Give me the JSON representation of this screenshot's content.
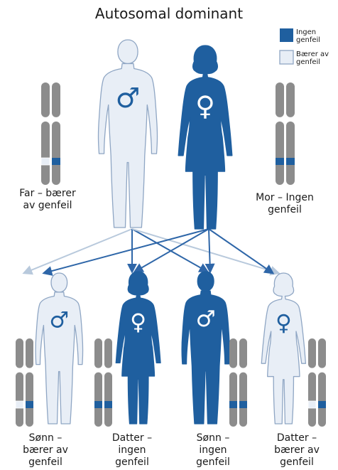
{
  "title": "Autosomal dominant",
  "colors": {
    "affected": "#1f5f9f",
    "carrier_fill": "#e8eef6",
    "carrier_outline": "#8fa6c4",
    "chromosome": "#8c8c8c",
    "arrow_blue": "#2e66a8",
    "arrow_light": "#b8c9dc",
    "text": "#1a1a1a"
  },
  "legend": {
    "no_defect": "Ingen genfeil",
    "carrier": "Bærer av genfeil"
  },
  "parents": [
    {
      "label": "Far – bærer av genfeil",
      "symbol": "♂",
      "status": "carrier"
    },
    {
      "label": "Mor – Ingen genfeil",
      "symbol": "♀",
      "status": "affected"
    }
  ],
  "children": [
    {
      "label": "Sønn – bærer av genfeil",
      "symbol": "♂",
      "status": "carrier"
    },
    {
      "label": "Datter – ingen genfeil",
      "symbol": "♀",
      "status": "affected"
    },
    {
      "label": "Sønn – ingen genfeil",
      "symbol": "♂",
      "status": "affected"
    },
    {
      "label": "Datter – bærer av genfeil",
      "symbol": "♀",
      "status": "carrier"
    }
  ]
}
